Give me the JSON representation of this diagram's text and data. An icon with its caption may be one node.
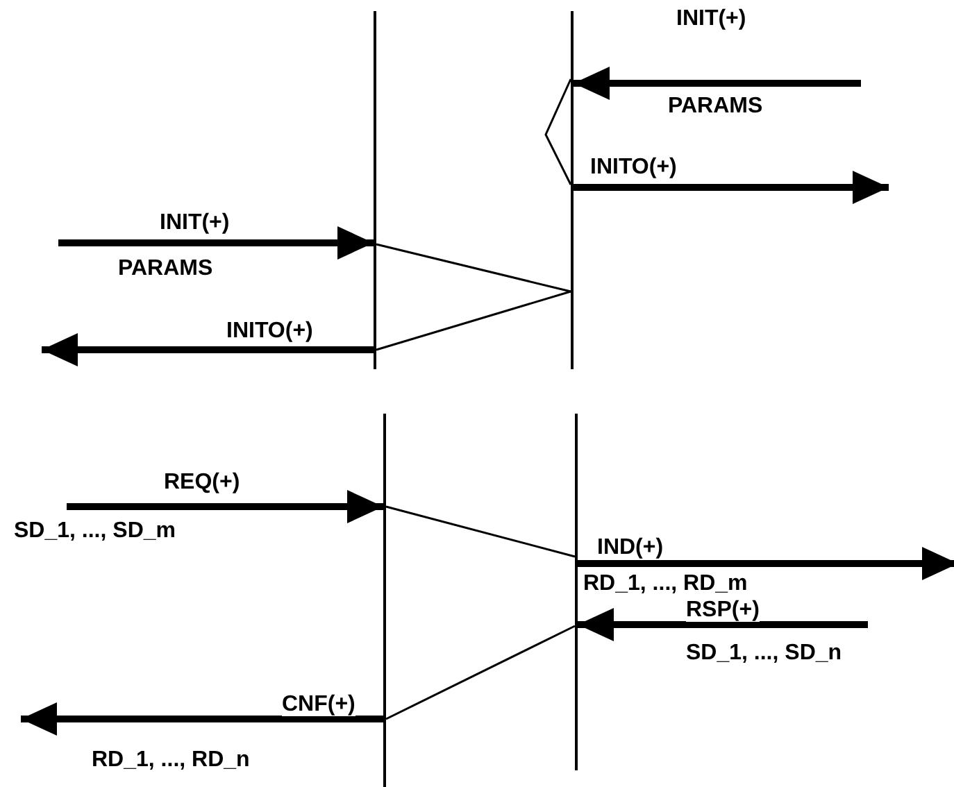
{
  "diagram": {
    "nodes": [
      {
        "text": [],
        "shape": "bar"
      },
      {
        "text": [],
        "shape": "bar"
      },
      {
        "text": [],
        "shape": "bar"
      },
      {
        "text": [],
        "shape": "bar"
      }
    ],
    "edges": [
      {
        "from": null,
        "to": 1,
        "arrow": "to",
        "label": "INIT(+)"
      },
      {
        "from": 1,
        "to": 1,
        "arrow": "none"
      },
      {
        "from": 1,
        "to": null,
        "arrow": "to",
        "label": "INITO(+)"
      },
      {
        "from": null,
        "to": 0,
        "arrow": "to",
        "label": "INIT(+)"
      },
      {
        "from": 0,
        "to": 1,
        "arrow": "none"
      },
      {
        "from": 1,
        "to": 0,
        "arrow": "none"
      },
      {
        "from": 0,
        "to": null,
        "arrow": "to",
        "label": "INITO(+)"
      },
      {
        "from": null,
        "to": 2,
        "arrow": "to",
        "label": "REQ(+)"
      },
      {
        "from": 2,
        "to": 3,
        "arrow": "none"
      },
      {
        "from": 3,
        "to": null,
        "arrow": "to",
        "label": "IND(+)"
      },
      {
        "from": null,
        "to": 3,
        "arrow": "to",
        "label": "RSP(+)"
      },
      {
        "from": 3,
        "to": 2,
        "arrow": "none"
      },
      {
        "from": 2,
        "to": null,
        "arrow": "to",
        "label": "CNF(+)"
      }
    ],
    "labels": [
      "PARAMS",
      "PARAMS",
      "SD_1, ..., SD_m",
      "RD_1, ..., RD_m",
      "SD_1, ..., SD_n",
      "RD_1, ..., RD_n"
    ]
  }
}
